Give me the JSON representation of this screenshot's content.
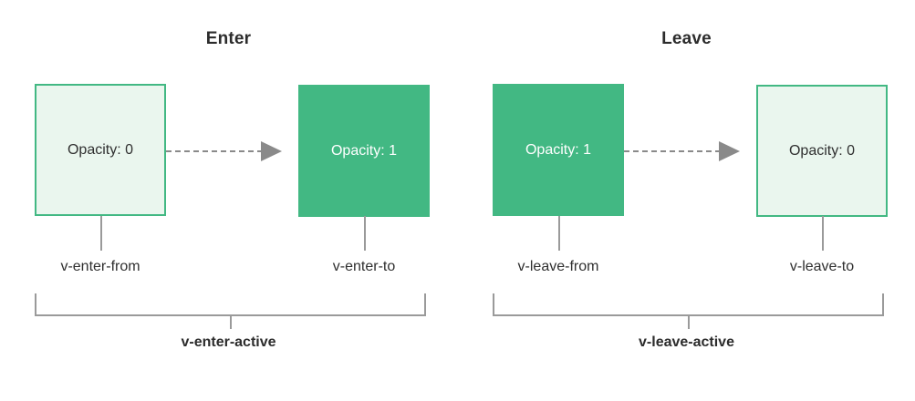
{
  "diagram": {
    "title_enter": "Enter",
    "title_leave": "Leave",
    "colors": {
      "solid_green": "#42b883",
      "faded_green": "#eaf6ee",
      "border_green": "#42b883",
      "connector_gray": "#9a9a9a",
      "arrow_gray": "#8a8a8a",
      "text_dark": "#2c2c2c"
    },
    "panels": [
      {
        "title": "Enter",
        "from_box": {
          "text": "Opacity: 0",
          "style": "faded",
          "opacity_value": 0
        },
        "to_box": {
          "text": "Opacity: 1",
          "style": "solid",
          "opacity_value": 1
        },
        "from_label": "v-enter-from",
        "to_label": "v-enter-to",
        "active_label": "v-enter-active",
        "arrow": "dashed-arrow-right"
      },
      {
        "title": "Leave",
        "from_box": {
          "text": "Opacity: 1",
          "style": "solid",
          "opacity_value": 1
        },
        "to_box": {
          "text": "Opacity: 0",
          "style": "faded",
          "opacity_value": 0
        },
        "from_label": "v-leave-from",
        "to_label": "v-leave-to",
        "active_label": "v-leave-active",
        "arrow": "dashed-arrow-right"
      }
    ]
  }
}
